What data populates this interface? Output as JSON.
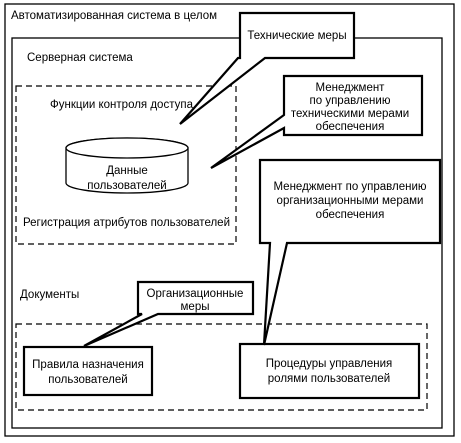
{
  "diagram": {
    "outer_title": "Автоматизированная система в целом",
    "server_system": "Серверная система",
    "access_control": "Функции контроля доступа",
    "user_data": [
      "Данные",
      "пользователей"
    ],
    "attr_registration": "Регистрация атрибутов пользователей",
    "documents": "Документы",
    "technical_measures": "Технические меры",
    "tech_management": [
      "Менеджмент",
      "по управлению",
      "техническими мерами",
      "обеспечения"
    ],
    "org_management": [
      "Менеджмент по управлению",
      "организационными мерами",
      "обеспечения"
    ],
    "org_measures": [
      "Организационные",
      "меры"
    ],
    "assignment_rules": [
      "Правила назначения",
      "пользователей"
    ],
    "role_procedures": [
      "Процедуры управления",
      "ролями пользователей"
    ]
  },
  "colors": {
    "stroke": "#000000",
    "background": "#ffffff"
  }
}
